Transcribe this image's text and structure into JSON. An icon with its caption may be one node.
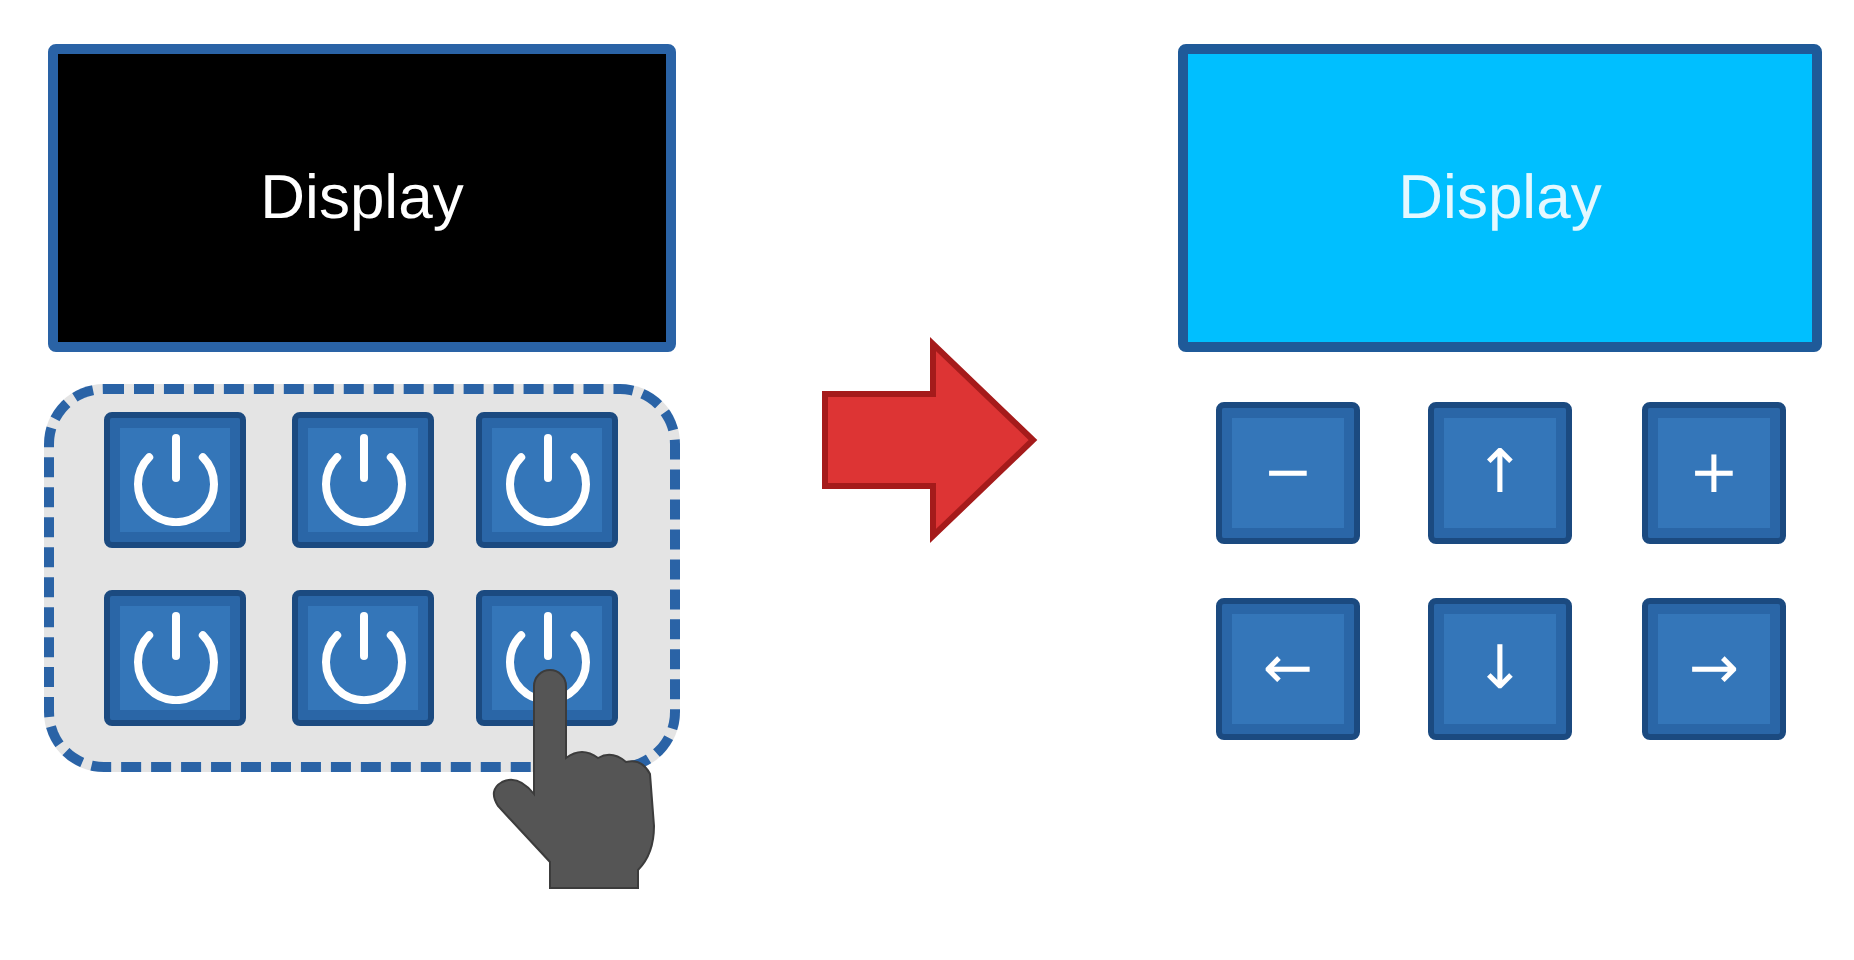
{
  "diagram": {
    "nodes": [
      {
        "text": [
          "Display"
        ]
      },
      {
        "text": [],
        "shape": "box"
      },
      {
        "text": [],
        "shape": "box",
        "in": 1
      },
      {
        "text": [],
        "shape": "box",
        "in": 1
      },
      {
        "text": [],
        "shape": "box",
        "in": 1
      },
      {
        "text": [],
        "shape": "box",
        "in": 1
      },
      {
        "text": [],
        "shape": "box",
        "in": 1
      },
      {
        "text": [],
        "shape": "box",
        "in": 1
      },
      {
        "text": [
          "Display"
        ]
      },
      {
        "text": [
          "−"
        ]
      },
      {
        "text": [
          "↑"
        ]
      },
      {
        "text": [
          "+"
        ]
      },
      {
        "text": [
          "←"
        ]
      },
      {
        "text": [
          "↓"
        ]
      },
      {
        "text": [
          "→"
        ]
      }
    ],
    "edges": [
      {
        "from": 1,
        "to": 8,
        "arrow": "to"
      }
    ]
  }
}
